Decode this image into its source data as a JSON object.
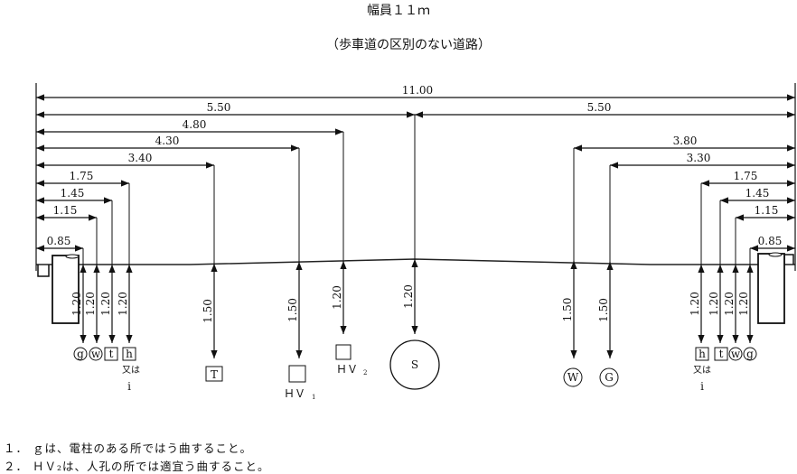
{
  "title": "幅員１１ｍ",
  "subtitle": "（歩車道の区別のない道路）",
  "dims": {
    "total": "11.00",
    "half": "5.50",
    "d480": "4.80",
    "d430": "4.30",
    "d340": "3.40",
    "d380": "3.80",
    "d330": "3.30",
    "d175": "1.75",
    "d145": "1.45",
    "d115": "1.15",
    "d085": "0.85"
  },
  "depths": {
    "d120": "1.20",
    "d150": "1.50"
  },
  "symbols": {
    "g": "g",
    "w": "w",
    "t": "t",
    "h": "h",
    "T": "T",
    "S": "S",
    "W": "W",
    "G": "G",
    "hv": "ＨＶ",
    "sub1": "1",
    "sub2": "2",
    "or": "又は",
    "i": "i"
  },
  "notes": [
    "１． ｇは、電柱のある所ではう曲すること。",
    "２． ＨＶ₂は、人孔の所では適宜う曲すること。"
  ]
}
